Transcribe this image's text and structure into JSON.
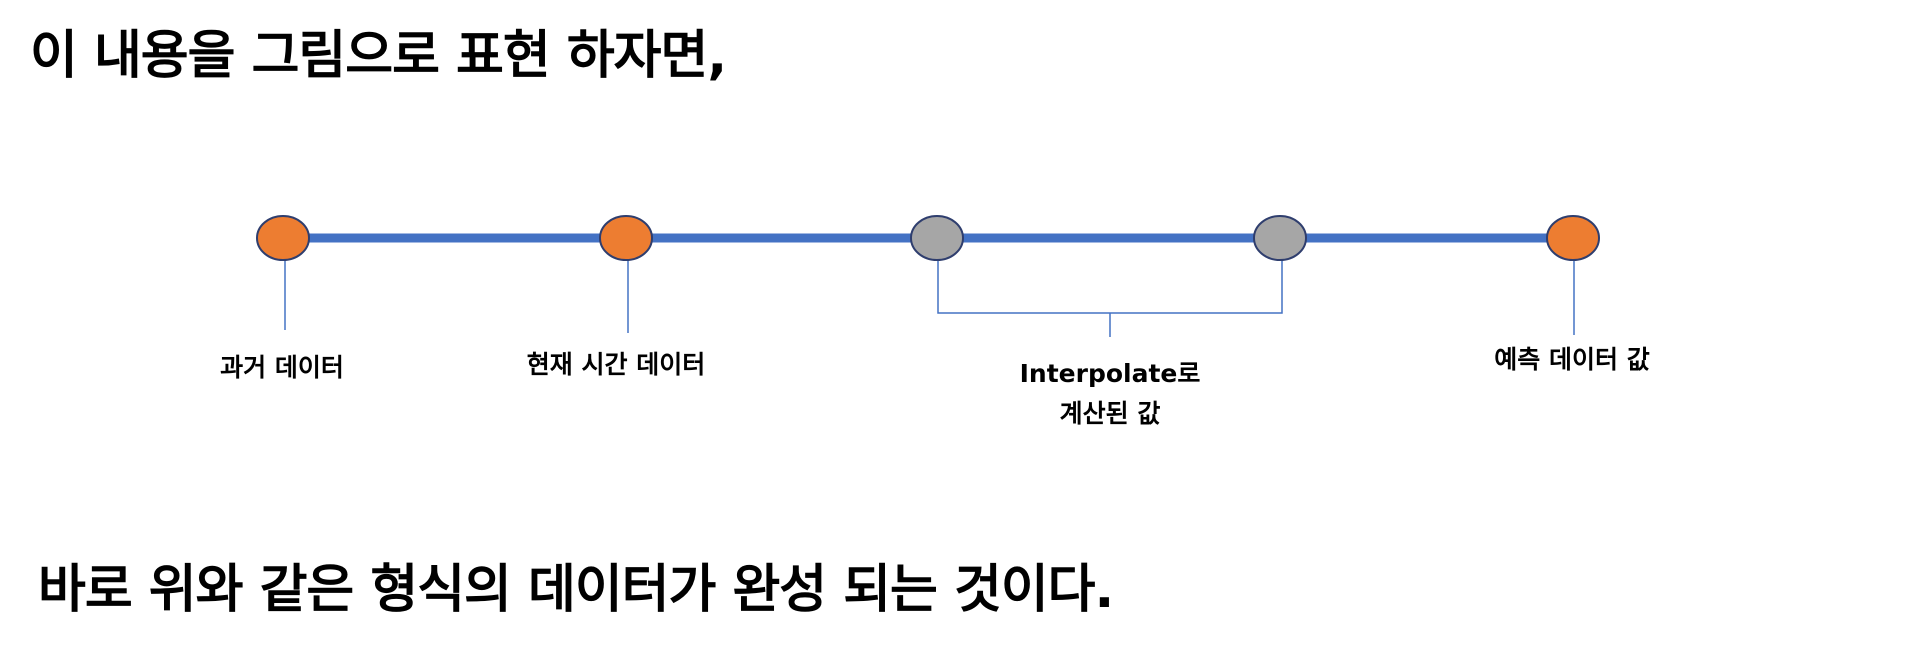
{
  "heading_top": "이 내용을 그림으로 표현 하자면,",
  "heading_bottom": "바로 위와 같은 형식의 데이터가 완성 되는 것이다.",
  "timeline": {
    "nodes": [
      {
        "kind": "data",
        "color": "#ED7D31"
      },
      {
        "kind": "data",
        "color": "#ED7D31"
      },
      {
        "kind": "interpolated",
        "color": "#A6A6A6"
      },
      {
        "kind": "interpolated",
        "color": "#A6A6A6"
      },
      {
        "kind": "prediction",
        "color": "#ED7D31"
      }
    ],
    "line_color": "#4472C4",
    "node_outline_color": "#2F3E6E",
    "labels": {
      "past": "과거 데이터",
      "current": "현재 시간 데이터",
      "interpolated_line1": "Interpolate로",
      "interpolated_line2": "계산된 값",
      "prediction": "예측 데이터 값"
    }
  }
}
